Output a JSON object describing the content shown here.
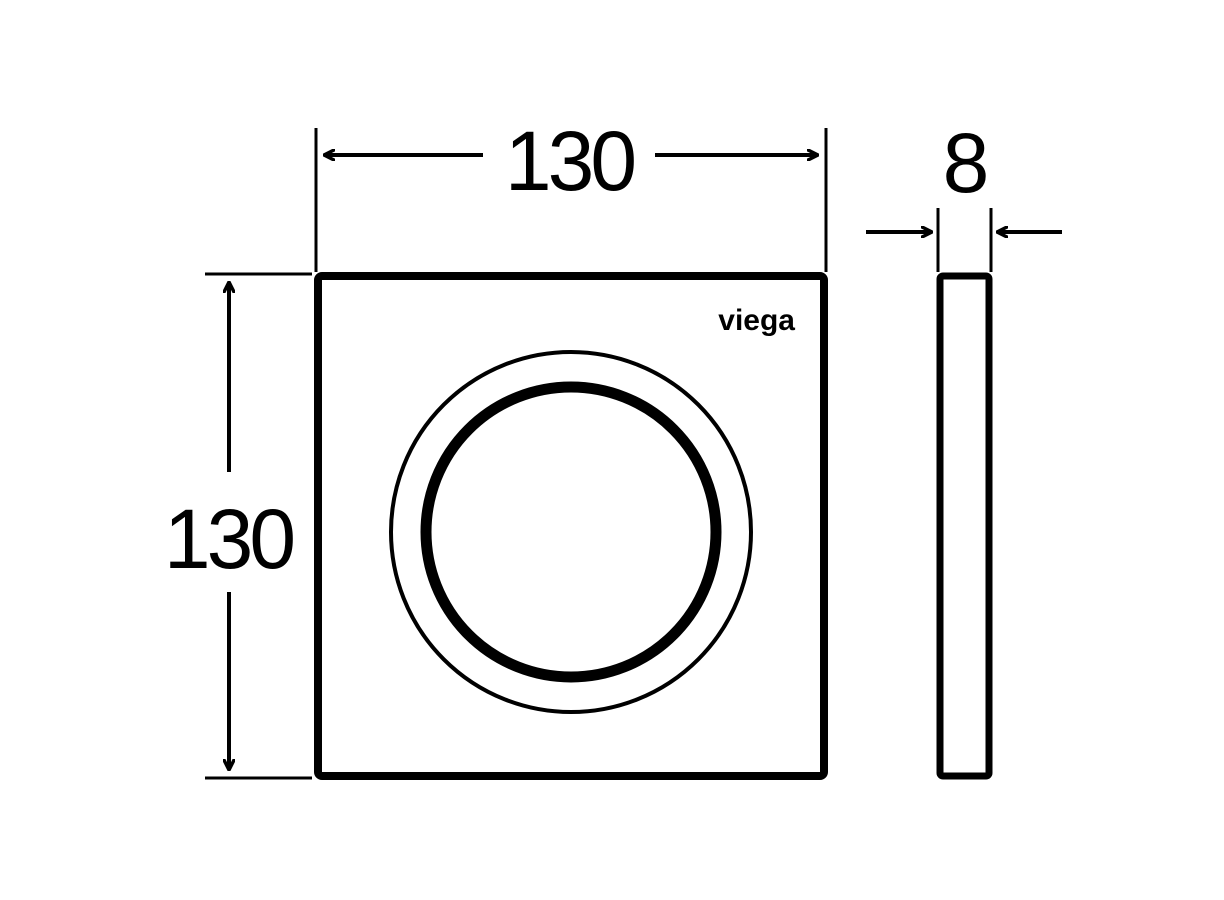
{
  "drawing": {
    "front_view": {
      "width_label": "130",
      "height_label": "130",
      "logo": "viega"
    },
    "side_view": {
      "thickness_label": "8"
    }
  },
  "colors": {
    "line": "#000000",
    "background": "#ffffff"
  }
}
